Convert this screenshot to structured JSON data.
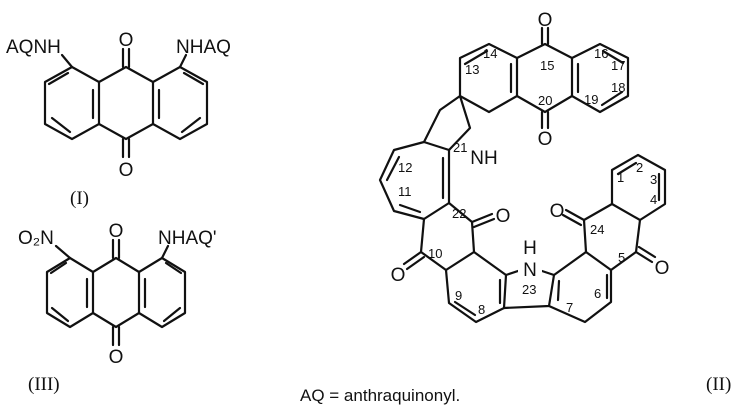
{
  "structure_I": {
    "label": "(I)",
    "substituent_left": "AQNH",
    "substituent_right": "NHAQ",
    "oxygen_top": "O",
    "oxygen_bottom": "O"
  },
  "structure_III": {
    "label": "(III)",
    "substituent_left": "O₂N",
    "substituent_right": "NHAQ'",
    "oxygen_top": "O",
    "oxygen_bottom": "O"
  },
  "structure_II": {
    "label": "(II)",
    "nh_21": "NH",
    "n_23": "N",
    "h_23": "H",
    "oxygen": "O",
    "numbers": {
      "n1": "1",
      "n2": "2",
      "n3": "3",
      "n4": "4",
      "n5": "5",
      "n6": "6",
      "n7": "7",
      "n8": "8",
      "n9": "9",
      "n10": "10",
      "n11": "11",
      "n12": "12",
      "n13": "13",
      "n14": "14",
      "n15": "15",
      "n16": "16",
      "n17": "17",
      "n18": "18",
      "n19": "19",
      "n20": "20",
      "n21": "21",
      "n22": "22",
      "n23": "23",
      "n24": "24"
    }
  },
  "caption": "AQ = anthraquinonyl."
}
